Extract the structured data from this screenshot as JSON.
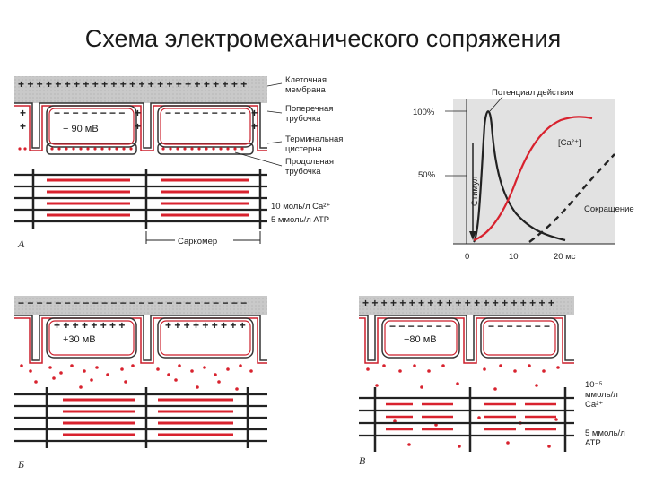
{
  "title": "Схема электромеханического сопряжения",
  "panel_a": {
    "letter": "А",
    "voltage": "− 90 мВ",
    "labels": {
      "membrane": [
        "Клеточная",
        "мембрана"
      ],
      "t_tubule": [
        "Поперечная",
        "трубочка"
      ],
      "terminal_cistern": [
        "Терминальная",
        "цистерна"
      ],
      "longitudinal_tubule": [
        "Продольная",
        "трубочка"
      ],
      "ca_conc": "10 моль/л Ca²⁺",
      "atp_conc": "5 ммоль/л ATP",
      "sarcomere": "Саркомер"
    }
  },
  "panel_b": {
    "letter": "Б",
    "voltage": "+30 мВ"
  },
  "panel_c": {
    "letter": "В",
    "voltage": "−80 мВ",
    "labels": {
      "ca_conc": [
        "10⁻⁵",
        "ммоль/л",
        "Ca²⁺"
      ],
      "atp_conc": [
        "5 ммоль/л",
        "ATP"
      ]
    }
  },
  "graph": {
    "action_potential_label": "Потенциал действия",
    "ca_label": "[Ca²⁺]",
    "contraction_label": "Сокращение",
    "stimulus_label": "Стимул",
    "y_ticks": [
      "100%",
      "50%"
    ],
    "x_ticks": [
      "0",
      "10",
      "20 мс"
    ]
  }
}
